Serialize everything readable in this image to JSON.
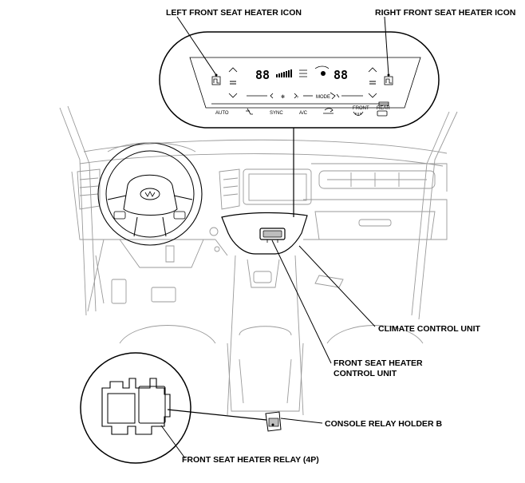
{
  "labels": {
    "left_icon": "LEFT FRONT SEAT HEATER ICON",
    "right_icon": "RIGHT FRONT SEAT HEATER ICON",
    "climate_unit": "CLIMATE CONTROL UNIT",
    "heater_control_line1": "FRONT SEAT HEATER",
    "heater_control_line2": "CONTROL UNIT",
    "relay_holder": "CONSOLE RELAY HOLDER B",
    "relay": "FRONT SEAT HEATER RELAY (4P)"
  },
  "panel": {
    "left_temp": "88",
    "right_temp": "88",
    "buttons": {
      "auto": "AUTO",
      "sync": "SYNC",
      "ac": "A/C",
      "mode": "MODE",
      "front": "FRONT",
      "rear": "REAR"
    }
  }
}
